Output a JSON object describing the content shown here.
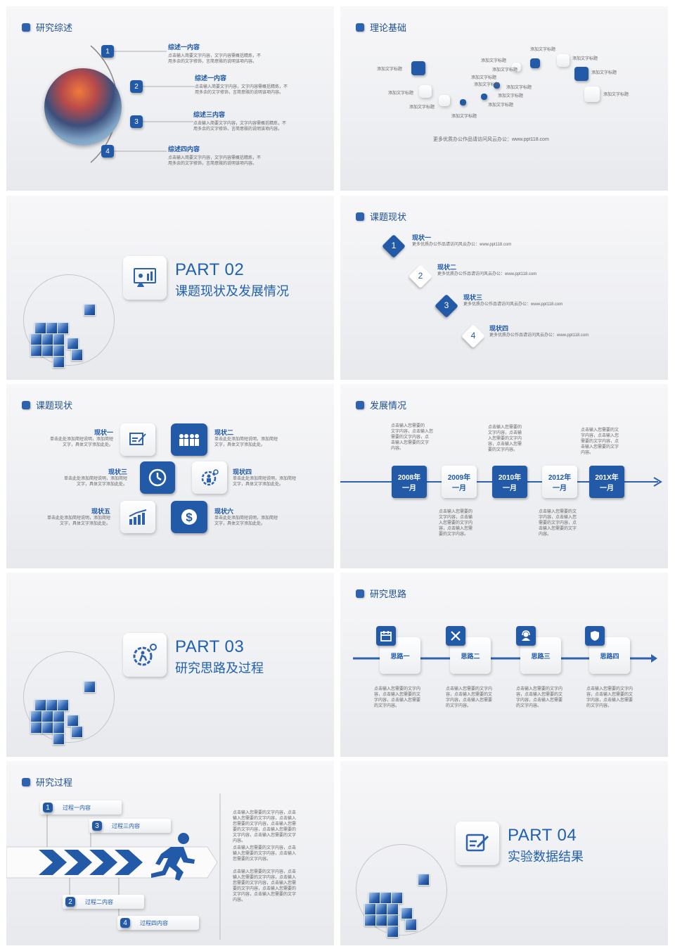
{
  "s1": {
    "title": "研究综述",
    "items": [
      {
        "num": "1",
        "head": "综述一内容",
        "l1": "点击输入简要文字内容，文字内容需概括精炼，不",
        "l2": "用多余的文字修饰，言简意赅的说明该项内容。"
      },
      {
        "num": "2",
        "head": "综述一内容",
        "l1": "点击输入简要文字内容，文字内容需概括精炼，不",
        "l2": "用多余的文字修饰，言简意赅的说明该项内容。"
      },
      {
        "num": "3",
        "head": "综述三内容",
        "l1": "点击输入简要文字内容，文字内容需概括精炼，不",
        "l2": "用多余的文字修饰，言简意赅的说明该项内容。"
      },
      {
        "num": "4",
        "head": "综述四内容",
        "l1": "点击输入简要文字内容，文字内容需概括精炼，不",
        "l2": "用多余的文字修饰，言简意赅的说明该项内容。"
      }
    ]
  },
  "s2": {
    "title": "理论基础",
    "tag": "添加文字标题",
    "footer": "更多优质办公作品请访问风云办公：www.ppt118.com"
  },
  "s3": {
    "part": "PART 02",
    "sub": "课题现状及发展情况"
  },
  "s4": {
    "title": "课题现状",
    "items": [
      {
        "num": "1",
        "head": "现状一",
        "desc": "更多优质办公作品请访问风云办公：www.ppt118.com"
      },
      {
        "num": "2",
        "head": "现状二",
        "desc": "更多优质办公作品请访问风云办公：www.ppt118.com"
      },
      {
        "num": "3",
        "head": "现状三",
        "desc": "更多优质办公作品请访问风云办公：www.ppt118.com"
      },
      {
        "num": "4",
        "head": "现状四",
        "desc": "更多优质办公作品请访问风云办公：www.ppt118.com"
      }
    ]
  },
  "s5": {
    "title": "课题现状",
    "items": [
      {
        "head": "现状一",
        "l1": "单击此处添加简短说明，添加简短",
        "l2": "文字，具体文字添加此处。"
      },
      {
        "head": "现状二",
        "l1": "单击此处添加简短说明，添加简短",
        "l2": "文字，具体文字添加此处。"
      },
      {
        "head": "现状三",
        "l1": "单击此处添加简短说明，添加简短",
        "l2": "文字，具体文字添加此处。"
      },
      {
        "head": "现状四",
        "l1": "单击此处添加简短说明，添加简短",
        "l2": "文字，具体文字添加此处。"
      },
      {
        "head": "现状五",
        "l1": "单击此处添加简短说明，添加简短",
        "l2": "文字，具体文字添加此处。"
      },
      {
        "head": "现状六",
        "l1": "单击此处添加简短说明，添加简短",
        "l2": "文字，具体文字添加此处。"
      }
    ]
  },
  "s6": {
    "title": "发展情况",
    "years": [
      {
        "y": "2008年",
        "m": "一月"
      },
      {
        "y": "2009年",
        "m": "一月"
      },
      {
        "y": "2010年",
        "m": "一月"
      },
      {
        "y": "2012年",
        "m": "一月"
      },
      {
        "y": "201X年",
        "m": "一月"
      }
    ],
    "t_top1": [
      "点击输入您需要的",
      "文字内容，点击输入您",
      "需要的文字内容，点",
      "击输入您需要的文字",
      "内容。"
    ],
    "t_top2": [
      "点击输入您需要的",
      "文字内容，点击输",
      "入您需要的文字内",
      "容，点击输入您需",
      "要的文字内容。"
    ],
    "t_top3": [
      "点击输入您需要的文",
      "字内容，点击输入您",
      "需要的文字内容，点",
      "击输入您需要的文字",
      "内容。"
    ],
    "t_bot1": [
      "点击输入您需要的",
      "文字内容，点击输",
      "入您需要的文字内",
      "容，点击输入您需",
      "要的文字内容。"
    ],
    "t_bot2": [
      "点击输入您需要的文",
      "字内容，点击输入您",
      "需要的文字内容，点",
      "击输入您需要的文字",
      "内容。"
    ]
  },
  "s7": {
    "part": "PART 03",
    "sub": "研究思路及过程"
  },
  "s8": {
    "title": "研究思路",
    "steps": [
      "思路一",
      "思路二",
      "思路三",
      "思路四"
    ],
    "desc": [
      "点击输入您需要的文字内",
      "容，点击输入您需要的文",
      "字内容，点击输入您需要",
      "的文字内容。"
    ]
  },
  "s9": {
    "title": "研究过程",
    "steps": [
      {
        "num": "1",
        "label": "过程一内容"
      },
      {
        "num": "3",
        "label": "过程三内容"
      },
      {
        "num": "2",
        "label": "过程二内容"
      },
      {
        "num": "4",
        "label": "过程四内容"
      }
    ],
    "para1": [
      "点击输入您需要的文字内容，点击",
      "输入您需要的文字内容，点击输入",
      "您需要的文字内容，点击输入您需",
      "要的文字内容，点击输入您需要的",
      "文字内容，点击输入您需要的文字",
      "内容。"
    ],
    "para2": [
      "点击输入您需要的文字内容，点击",
      "输入您需要的文字内容，点击输入",
      "您需要的文字内容。"
    ],
    "para3": [
      "点击输入您需要的文字内容，点击",
      "输入您需要的文字内容，点击输入",
      "您需要的文字内容，点击输入您需",
      "要的文字内容，点击输入您需要的",
      "文字内容，点击输入您需要的文字",
      "内容。"
    ]
  },
  "s10": {
    "part": "PART 04",
    "sub": "实验数据结果"
  }
}
